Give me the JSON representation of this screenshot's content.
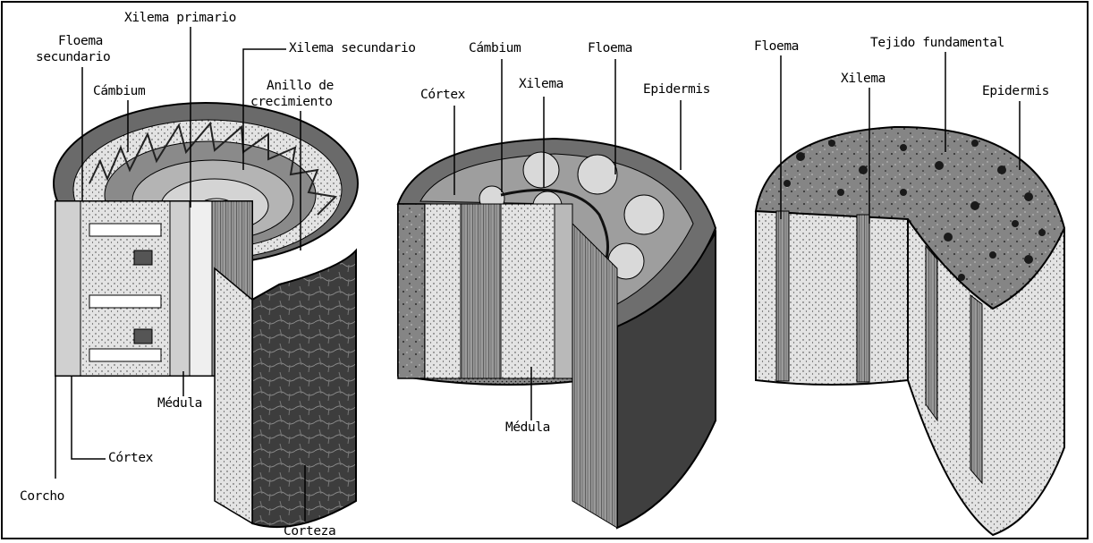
{
  "left_stem": {
    "labels": {
      "xilema_primario": "Xilema primario",
      "floema_secundario_1": "Floema",
      "floema_secundario_2": "secundario",
      "xilema_secundario": "Xilema secundario",
      "cambium": "Cámbium",
      "anillo_1": "Anillo de",
      "anillo_2": "crecimiento",
      "medula": "Médula",
      "cortex": "Córtex",
      "corcho": "Corcho",
      "corteza": "Corteza"
    }
  },
  "middle_stem": {
    "labels": {
      "cambium": "Cámbium",
      "floema": "Floema",
      "cortex": "Córtex",
      "xilema": "Xilema",
      "epidermis": "Epidermis",
      "medula": "Médula"
    }
  },
  "right_stem": {
    "labels": {
      "floema": "Floema",
      "tejido": "Tejido fundamental",
      "xilema": "Xilema",
      "epidermis": "Epidermis"
    }
  },
  "colors": {
    "dark": "#3a3a3a",
    "mid": "#7a7a7a",
    "light": "#c8c8c8",
    "pale": "#e6e6e6",
    "ink": "#000000"
  }
}
